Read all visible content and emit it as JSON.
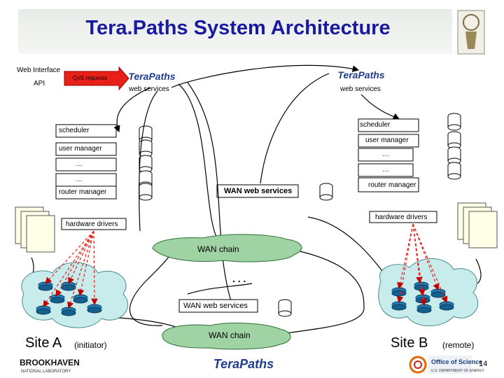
{
  "title": "Tera.Paths System Architecture",
  "left_stack": {
    "web_interface": "Web Interface",
    "api": "API",
    "qos_requests": "QoS requests",
    "logo": "TeraPaths",
    "web_services": "web services",
    "modules": [
      "scheduler",
      "user manager",
      "…",
      "…",
      "router manager"
    ],
    "hardware_drivers": "hardware drivers"
  },
  "right_stack": {
    "logo": "TeraPaths",
    "web_services": "web services",
    "modules": [
      "scheduler",
      "user manager",
      "…",
      "…",
      "router manager"
    ],
    "hardware_drivers": "hardware drivers"
  },
  "wan": {
    "web_services_top": "WAN web services",
    "chain_top": "WAN chain",
    "ellipsis": ". . .",
    "web_services_bottom": "WAN web services",
    "chain_bottom": "WAN chain"
  },
  "sites": {
    "a_name": "Site A",
    "a_role": "(initiator)",
    "b_name": "Site B",
    "b_role": "(remote)"
  },
  "footer": {
    "left_logo": "BROOKHAVEN",
    "left_logo_sub": "NATIONAL LABORATORY",
    "center_logo": "TeraPaths",
    "right_logo": "Office of Science",
    "right_logo_sub": "U.S. DEPARTMENT OF ENERGY",
    "page_number": "14"
  },
  "colors": {
    "title": "#1a1aa0",
    "qos_arrow": "#e8201a",
    "logo_blue": "#1f3d8c",
    "cloud_fill": "#c8ecec",
    "wan_fill": "#9fd3a3",
    "router_fill": "#1e7fb8",
    "dashed_link": "#e8201a"
  }
}
